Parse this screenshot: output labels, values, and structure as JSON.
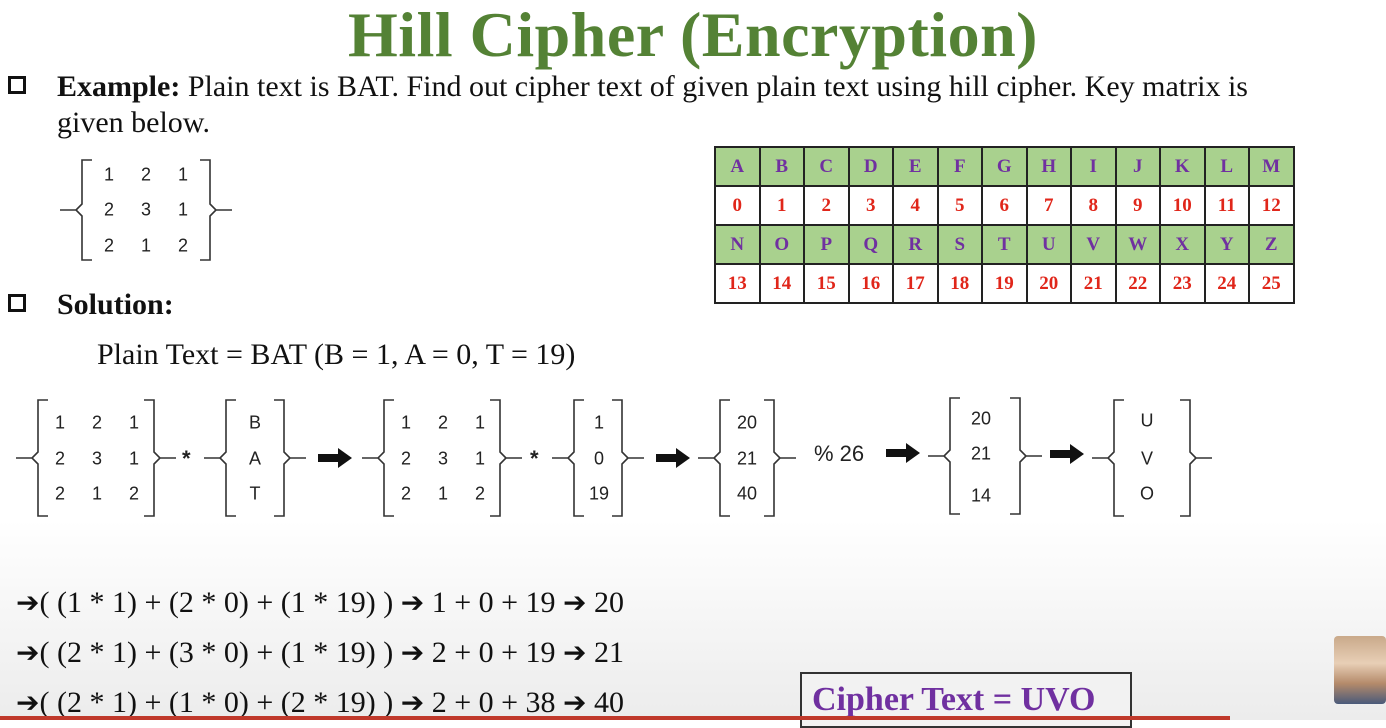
{
  "title": "Hill Cipher (Encryption)",
  "example": {
    "label": "Example:",
    "text_line1": " Plain text is BAT. Find out cipher text of given plain text using hill cipher. Key matrix is",
    "text_line2": "given below."
  },
  "key_matrix": [
    [
      "1",
      "2",
      "1"
    ],
    [
      "2",
      "3",
      "1"
    ],
    [
      "2",
      "1",
      "2"
    ]
  ],
  "alphabet": {
    "letters_row1": [
      "A",
      "B",
      "C",
      "D",
      "E",
      "F",
      "G",
      "H",
      "I",
      "J",
      "K",
      "L",
      "M"
    ],
    "numbers_row1": [
      "0",
      "1",
      "2",
      "3",
      "4",
      "5",
      "6",
      "7",
      "8",
      "9",
      "10",
      "11",
      "12"
    ],
    "letters_row2": [
      "N",
      "O",
      "P",
      "Q",
      "R",
      "S",
      "T",
      "U",
      "V",
      "W",
      "X",
      "Y",
      "Z"
    ],
    "numbers_row2": [
      "13",
      "14",
      "15",
      "16",
      "17",
      "18",
      "19",
      "20",
      "21",
      "22",
      "23",
      "24",
      "25"
    ]
  },
  "solution": {
    "label": "Solution:",
    "plain_text_line": "Plain Text = BAT (B = 1, A = 0, T = 19)"
  },
  "equation": {
    "m1": [
      [
        "1",
        "2",
        "1"
      ],
      [
        "2",
        "3",
        "1"
      ],
      [
        "2",
        "1",
        "2"
      ]
    ],
    "v_letters": [
      "B",
      "A",
      "T"
    ],
    "m2": [
      [
        "1",
        "2",
        "1"
      ],
      [
        "2",
        "3",
        "1"
      ],
      [
        "2",
        "1",
        "2"
      ]
    ],
    "v_nums": [
      "1",
      "0",
      "19"
    ],
    "product": [
      "20",
      "21",
      "40"
    ],
    "mod_label": "% 26",
    "mod_result": [
      "20",
      "21",
      "14"
    ],
    "cipher_vec": [
      "U",
      "V",
      "O"
    ],
    "star": "*"
  },
  "calculations": [
    {
      "expr": "( (1 * 1) + (2 * 0) + (1 * 19) )",
      "sum": "1 + 0 + 19",
      "result": "20"
    },
    {
      "expr": "( (2 * 1) + (3 * 0) + (1 * 19) )",
      "sum": "2 + 0 + 19",
      "result": "21"
    },
    {
      "expr": "( (2 * 1) + (1 * 0) + (2 * 19) )",
      "sum": "2 + 0 + 38",
      "result": "40"
    }
  ],
  "cipher_text": "Cipher Text  = UVO",
  "colors": {
    "title": "#548235",
    "table_header": "#a9d18e",
    "letter": "#7030a0",
    "number": "#e0261a"
  }
}
